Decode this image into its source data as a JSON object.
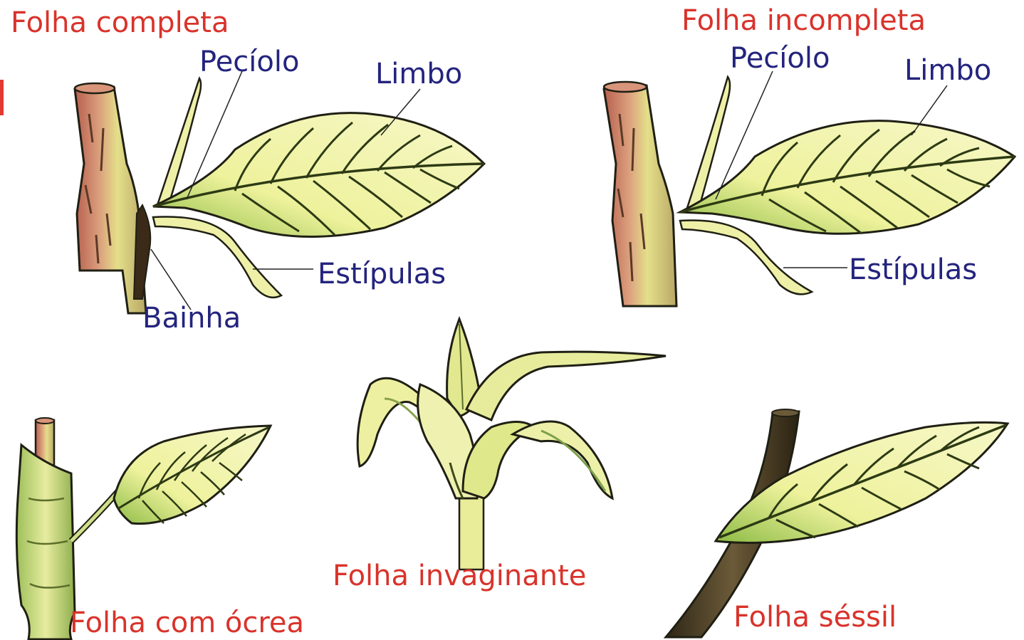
{
  "colors": {
    "title": "#d9332b",
    "part": "#24247e",
    "leaf_light": "#f2f3a4",
    "leaf_green": "#86b83c",
    "vein": "#2d3a14",
    "stem_red": "#c86e58",
    "stem_yellow": "#e4df8a",
    "stem_dark": "#4a3a22",
    "outline": "#1f1f14"
  },
  "titles": {
    "complete": "Folha completa",
    "incomplete": "Folha incompleta",
    "ocrea": "Folha com ócrea",
    "invaginante": "Folha invaginante",
    "sessil": "Folha séssil"
  },
  "parts_complete": {
    "peciolo": "Pecíolo",
    "limbo": "Limbo",
    "estipulas": "Estípulas",
    "bainha": "Bainha"
  },
  "parts_incomplete": {
    "peciolo": "Pecíolo",
    "limbo": "Limbo",
    "estipulas": "Estípulas"
  }
}
